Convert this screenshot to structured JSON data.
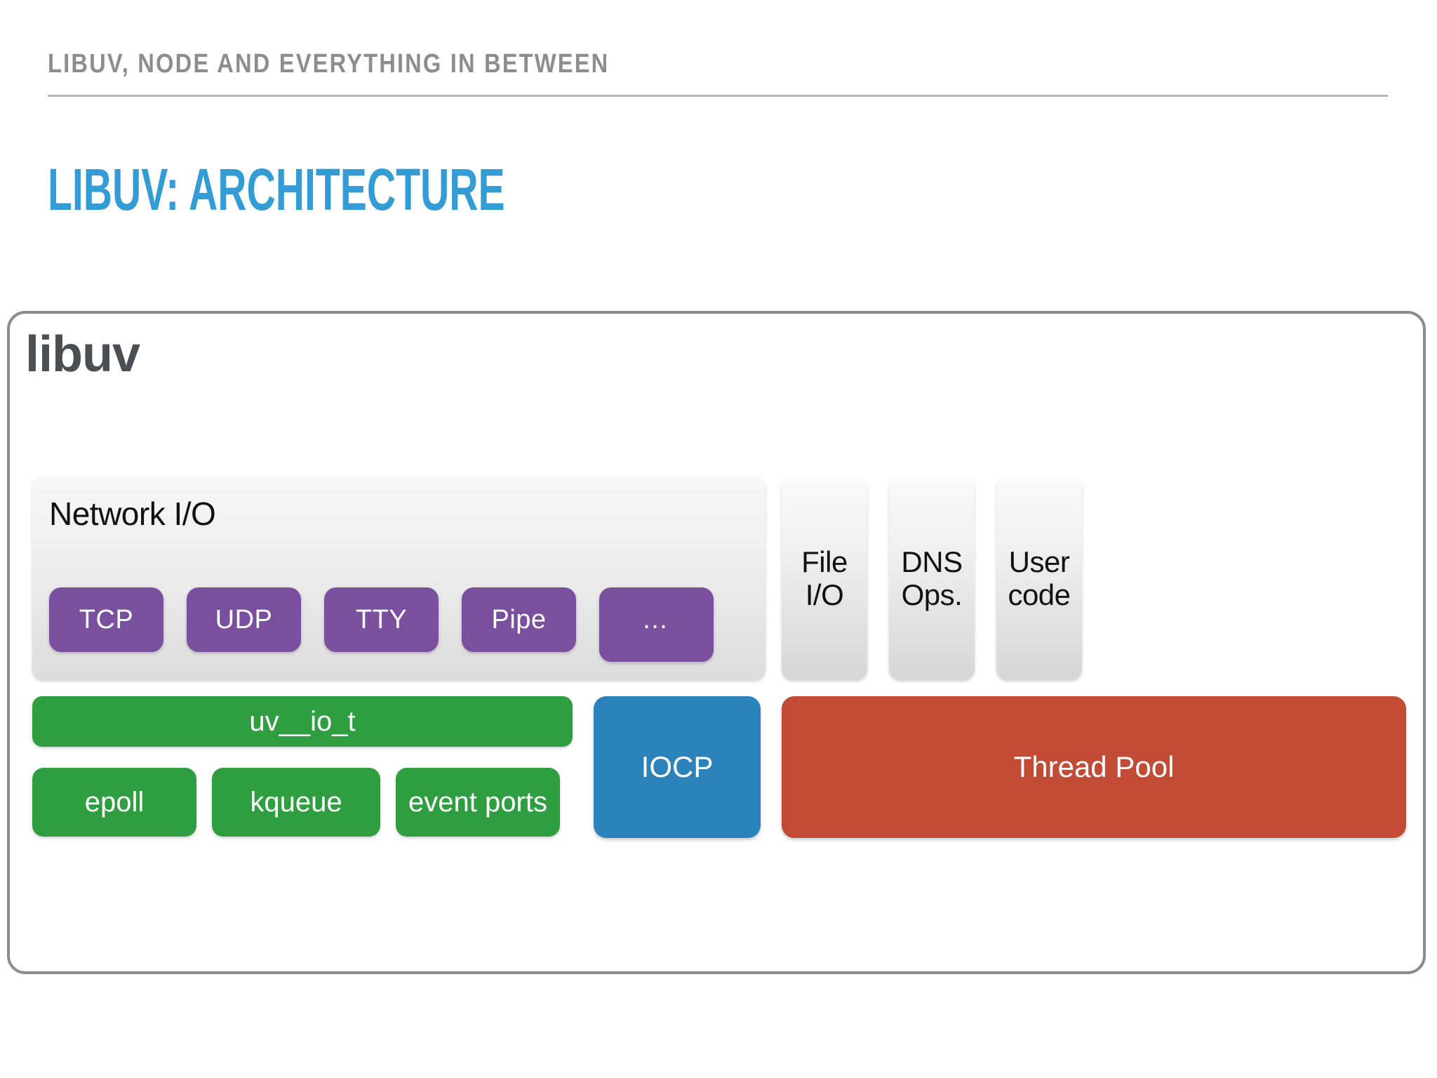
{
  "slide": {
    "kicker": "LIBUV, NODE AND EVERYTHING IN BETWEEN",
    "title": "LIBUV: ARCHITECTURE"
  },
  "diagram": {
    "wordmark": "libuv",
    "network_panel": {
      "label": "Network I/O",
      "chips": [
        {
          "label": "TCP"
        },
        {
          "label": "UDP"
        },
        {
          "label": "TTY"
        },
        {
          "label": "Pipe"
        },
        {
          "label": "…"
        }
      ]
    },
    "side_columns": [
      {
        "line1": "File",
        "line2": "I/O"
      },
      {
        "line1": "DNS",
        "line2": "Ops."
      },
      {
        "line1": "User",
        "line2": "code"
      }
    ],
    "backend_bar": {
      "label": "uv__io_t"
    },
    "backends": [
      {
        "label": "epoll"
      },
      {
        "label": "kqueue"
      },
      {
        "label": "event ports"
      }
    ],
    "iocp": {
      "label": "IOCP"
    },
    "thread_pool": {
      "label": "Thread Pool"
    }
  },
  "colors": {
    "accent_blue": "#339cd4",
    "kicker_gray": "#8d8d8d",
    "purple": "#7a4f9e",
    "green": "#2f9e41",
    "blue": "#2c82bb",
    "red": "#c14b34",
    "wordmark_gray": "#4b4f54"
  }
}
